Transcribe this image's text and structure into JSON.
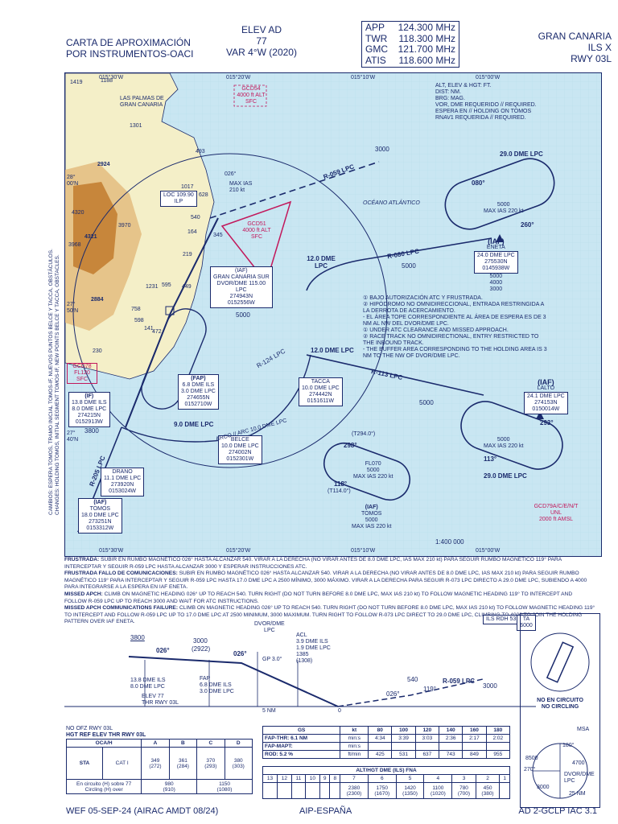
{
  "header": {
    "left_line1": "CARTA DE APROXIMACIÓN",
    "left_line2": "POR INSTRUMENTOS-OACI",
    "mid_line1": "ELEV AD",
    "mid_line2": "77",
    "mid_line3": "VAR 4°W (2020)",
    "freqs": [
      {
        "label": "APP",
        "value": "124.300 MHz"
      },
      {
        "label": "TWR",
        "value": "118.300 MHz"
      },
      {
        "label": "GMC",
        "value": "121.700 MHz"
      },
      {
        "label": "ATIS",
        "value": "118.600 MHz"
      }
    ],
    "right_line1": "GRAN CANARIA",
    "right_line2": "ILS X",
    "right_line3": "RWY 03L"
  },
  "map": {
    "lon_top": [
      "015°30'W",
      "015°20'W",
      "015°10'W",
      "015°00'W"
    ],
    "lat_left": [
      "28°\n00'N",
      "27°\n50'N",
      "27°\n40'N"
    ],
    "place_city": "LAS PALMAS DE GRAN CANARIA",
    "ocean": "OCÉANO ATLÁNTICO",
    "legend": [
      "ALT, ELEV & HGT: FT.",
      "DIST: NM.",
      "BRG: MAG.",
      "VOR, DME REQUERIDO // REQUIRED.",
      "ESPERA EN // HOLDING ON TOMOS",
      "RNAV1 REQUERIDA // REQUIRED."
    ],
    "zones": [
      {
        "id": "GCD54",
        "l1": "GCD54",
        "l2": "4000 ft ALT",
        "l3": "SFC"
      },
      {
        "id": "GCD51",
        "l1": "GCD51",
        "l2": "4000 ft ALT",
        "l3": "SFC"
      },
      {
        "id": "GCD78",
        "l1": "GCD78",
        "l2": "FL120",
        "l3": "SFC"
      },
      {
        "id": "GCD79",
        "l1": "GCD79A/C/E/N/T",
        "l2": "UNL",
        "l3": "2000 ft AMSL"
      }
    ],
    "loc": "LOC 109.90",
    "loc2": "ILP",
    "mheading": "026°",
    "maxias": "MAX IAS 210 kt",
    "r059": "R-059 LPC",
    "r080": "R-080 LPC",
    "r113": "R-113 LPC",
    "r124": "R-124 LPC",
    "r205": "R-205 LPC",
    "dme29a": "29.0 DME LPC",
    "dme29b": "29.0 DME LPC",
    "dme12a": "12.0 DME LPC",
    "dme12b": "12.0 DME LPC",
    "dme9": "9.0 DME LPC",
    "v3000": "3000",
    "v5000a": "5000",
    "v5000b": "5000",
    "v5000c": "5000",
    "v3800": "3800",
    "vor": {
      "l1": "(IAF)",
      "l2": "GRAN CANARIA SUR",
      "l3": "DVOR/DME 115.00",
      "l4": "LPC",
      "l5": "274943N",
      "l6": "0152556W",
      "alt": "5000"
    },
    "eneta": {
      "l1": "(IAF)",
      "l2": "ENETA",
      "l3": "24.0 DME LPC",
      "l4": "275530N",
      "l5": "0145938W",
      "alt1": "5000",
      "alt2": "4000",
      "alt3": "3000"
    },
    "lalto": {
      "l1": "(IAF)",
      "l2": "LALTO",
      "l3": "24.1 DME LPC",
      "l4": "274153N",
      "l5": "0150014W"
    },
    "tacca": {
      "l1": "TACCA",
      "l2": "10.0 DME LPC",
      "l3": "274442N",
      "l4": "0151611W"
    },
    "fap": {
      "l1": "(FAP)",
      "l2": "6.8 DME ILS",
      "l3": "3.0 DME LPC",
      "l4": "274655N",
      "l5": "0152710W"
    },
    "iff": {
      "l1": "(IF)",
      "l2": "13.8 DME ILS",
      "l3": "8.0 DME LPC",
      "l4": "274215N",
      "l5": "0152913W"
    },
    "belce": {
      "l1": "BELCE",
      "l2": "10.0 DME LPC",
      "l3": "274002N",
      "l4": "0152301W"
    },
    "drano": {
      "l1": "DRANO",
      "l2": "11.1 DME LPC",
      "l3": "273920N",
      "l4": "0153024W"
    },
    "tomos": {
      "l1": "(IAF)",
      "l2": "TOMOS",
      "l3": "18.0 DME LPC",
      "l4": "273251N",
      "l5": "0153312W"
    },
    "tomos2": {
      "l1": "(IAF)",
      "l2": "TOMOS",
      "l3": "5000",
      "l4": "MAX IAS 220 kt"
    },
    "hold_eneta": {
      "brg1": "080°",
      "brg2": "260°",
      "alt": "5000",
      "ias": "MAX IAS 220 kt"
    },
    "hold_lalto": {
      "brg1": "293°",
      "brg2": "113°",
      "alt": "5000",
      "ias": "MAX IAS 220 kt"
    },
    "hold_tomos": {
      "brg1": "298°",
      "brg2": "118°",
      "alt": "5000",
      "ias": "MAX IAS 220 kt",
      "fl": "FL070",
      "t1": "(T294.0°)",
      "t2": "(T114.0°)"
    },
    "arco": "ARCO // ARC 10.0 DME LPC",
    "notes_map": [
      "① BAJO AUTORIZACIÓN ATC Y FRUSTRADA.",
      "② HIPÓDROMO NO OMNIDIRECCIONAL, ENTRADA RESTRINGIDA A LA DERROTA DE ACERCAMIENTO.",
      "- EL ÁREA TOPE CORRESPONDIENTE AL ÁREA DE ESPERA ES DE 3 NM AL NW DEL DVOR/DME LPC.",
      "① UNDER ATC CLEARANCE AND MISSED APPROACH.",
      "② RACE TRACK NO OMNIDIRECTIONAL, ENTRY RESTRICTED TO THE INBOUND TRACK.",
      "- THE BUFFER AREA CORRESPONDING TO THE HOLDING AREA IS 3 NM TO THE NW OF DVOR/DME LPC."
    ],
    "scale": "1:400 000",
    "elevs": [
      "1419",
      "1188",
      "2924",
      "4320",
      "4321",
      "3970",
      "3968",
      "2884",
      "1231",
      "595",
      "758",
      "598",
      "141",
      "472",
      "449",
      "164",
      "219",
      "628",
      "540",
      "345",
      "493",
      "1017",
      "1301",
      "230"
    ],
    "lon_bot": [
      "015°30'W",
      "015°20'W",
      "015°10'W",
      "015°00'W"
    ]
  },
  "notes": [
    {
      "h": "FRUSTRADA:",
      "t": " SUBIR EN RUMBO MAGNÉTICO 026° HASTA ALCANZAR 540. VIRAR A LA DERECHA (NO VIRAR ANTES DE 8.0 DME LPC, IAS MAX 210 kt) PARA SEGUIR RUMBO MAGNÉTICO 119° PARA INTERCEPTAR Y SEGUIR R-059 LPC HASTA ALCANZAR 3000 Y ESPERAR INSTRUCCIONES ATC."
    },
    {
      "h": "FRUSTRADA FALLO DE COMUNICACIONES:",
      "t": " SUBIR EN RUMBO MAGNÉTICO 026° HASTA ALCANZAR 540. VIRAR A LA DERECHA (NO VIRAR ANTES DE 8.0 DME LPC, IAS MAX 210 kt) PARA SEGUIR RUMBO MAGNÉTICO 119° PARA INTERCEPTAR Y SEGUIR R-059 LPC HASTA 17.0 DME LPC A 2500 MÍNIMO, 3000 MÁXIMO. VIRAR A LA DERECHA PARA SEGUIR R-073 LPC DIRECTO A 29.0 DME LPC, SUBIENDO A 4000 PARA INTEGRARSE A LA ESPERA EN IAF ENETA."
    },
    {
      "h": "MISSED APCH:",
      "t": " CLIMB ON MAGNETIC HEADING 026° UP TO REACH 540. TURN RIGHT (DO NOT TURN BEFORE 8.0 DME LPC, MAX IAS 210 kt) TO FOLLOW MAGNETIC HEADING 119° TO INTERCEPT AND FOLLOW R-059 LPC UP TO REACH 3000 AND WAIT FOR ATC INSTRUCTIONS."
    },
    {
      "h": "MISSED APCH COMMUNICATIONS FAILURE:",
      "t": " CLIMB ON MAGNETIC HEADING 026° UP TO REACH 540. TURN RIGHT (DO NOT TURN BEFORE 8.0 DME LPC, MAX IAS 210 kt) TO FOLLOW MAGNETIC HEADING 119° TO INTERCEPT AND FOLLOW R-059 LPC UP TO 17.0 DME LPC AT 2500 MINIMUM, 3000 MAXIMUM. TURN RIGHT TO FOLLOW R-073 LPC DIRECT TO 29.0 DME LPC, CLIMBING TO 4000 TO JOIN THE HOLDING PATTERN OVER IAF ENETA."
    }
  ],
  "profile": {
    "v3800": "3800",
    "h026a": "026°",
    "v3000": "3000",
    "v2922": "(2922)",
    "h026b": "026°",
    "vor_l1": "DVOR/DME",
    "vor_l2": "LPC",
    "acl": "ACL",
    "acl_dme1": "3.9 DME ILS",
    "acl_dme2": "1.9 DME LPC",
    "acl_alt": "1385",
    "acl_alt2": "(1308)",
    "gp": "GP 3.0°",
    "fap_l1": "FAP",
    "fap_l2": "6.8 DME ILS",
    "fap_l3": "3.0 DME LPC",
    "if_l1": "13.8 DME ILS",
    "if_l2": "8.0 DME LPC",
    "elev": "ELEV 77",
    "thr": "THR RWY 03L",
    "v540": "540",
    "h026c": "026°",
    "h119": "119°",
    "r059": "R-059 LPC",
    "v3000b": "3000",
    "nm5": "5 NM",
    "nm0": "0",
    "ils_rdh": "ILS RDH 53",
    "ta": "TA 6000"
  },
  "msa": {
    "no_circ": "NO EN CIRCUITO",
    "no_circ2": "NO CIRCLING",
    "title": "MSA",
    "v8500": "8500",
    "v4700": "4700",
    "v3000": "3000",
    "lpc": "DVOR/DME",
    "lpc2": "LPC",
    "radius": "25 NM",
    "brg1": "180°",
    "brg2": "270°"
  },
  "oca": {
    "noofz": "NO OFZ RWY 03L",
    "hgtref": "HGT REF ELEV THR RWY 03L",
    "header": [
      "OCA/H",
      "A",
      "B",
      "C",
      "D"
    ],
    "sta": "STA",
    "cat": "CAT I",
    "cat_vals": [
      "349\n(272)",
      "361\n(284)",
      "370\n(293)",
      "380\n(303)"
    ],
    "circ_l1": "En circuito (H) sobre",
    "circ_l2": "Circling (H) over",
    "circ_ref": "77",
    "circ_vals": [
      "980\n(910)",
      "1150\n(1080)"
    ]
  },
  "perf": {
    "head": [
      "GS",
      "kt",
      "80",
      "100",
      "120",
      "140",
      "160",
      "180"
    ],
    "rows": [
      {
        "label": "FAP-THR: 6.1 NM",
        "unit": "min:s",
        "vals": [
          "4:34",
          "3:39",
          "3:03",
          "2:36",
          "2:17",
          "2:02"
        ]
      },
      {
        "label": "FAP-MAPT:",
        "unit": "min:s",
        "vals": [
          "",
          "",
          "",
          "",
          "",
          ""
        ]
      },
      {
        "label": "ROD: 5.2 %",
        "unit": "ft/min",
        "vals": [
          "425",
          "531",
          "637",
          "743",
          "849",
          "955"
        ]
      }
    ]
  },
  "altdme": {
    "title": "ALT/HGT DME (ILS) FNA",
    "dmes": [
      "13",
      "12",
      "11",
      "10",
      "9",
      "8",
      "7",
      "6",
      "5",
      "4",
      "3",
      "2",
      "1"
    ],
    "alts": [
      "",
      "",
      "",
      "",
      "",
      "",
      "2380\n(2300)",
      "1750\n(1670)",
      "1420\n(1350)",
      "1100\n(1020)",
      "780\n(700)",
      "450\n(380)"
    ]
  },
  "side_note": "CAMBIOS: ESPERA TOMOS, TRAMO INICIAL TOMOS-IF, NUEVOS PUNTOS BELCE Y TACCA, OBSTÁCULOS.\nCHANGES: HOLDING TOMOS, INITIAL SEGMENT TOMOS-IF, NEW POINTS BELCE Y TACCA, OBSTACLES.",
  "footer": {
    "left": "WEF 05-SEP-24 (AIRAC AMDT 08/24)",
    "mid": "AIP-ESPAÑA",
    "right": "AD 2-GCLP IAC 3.1"
  }
}
